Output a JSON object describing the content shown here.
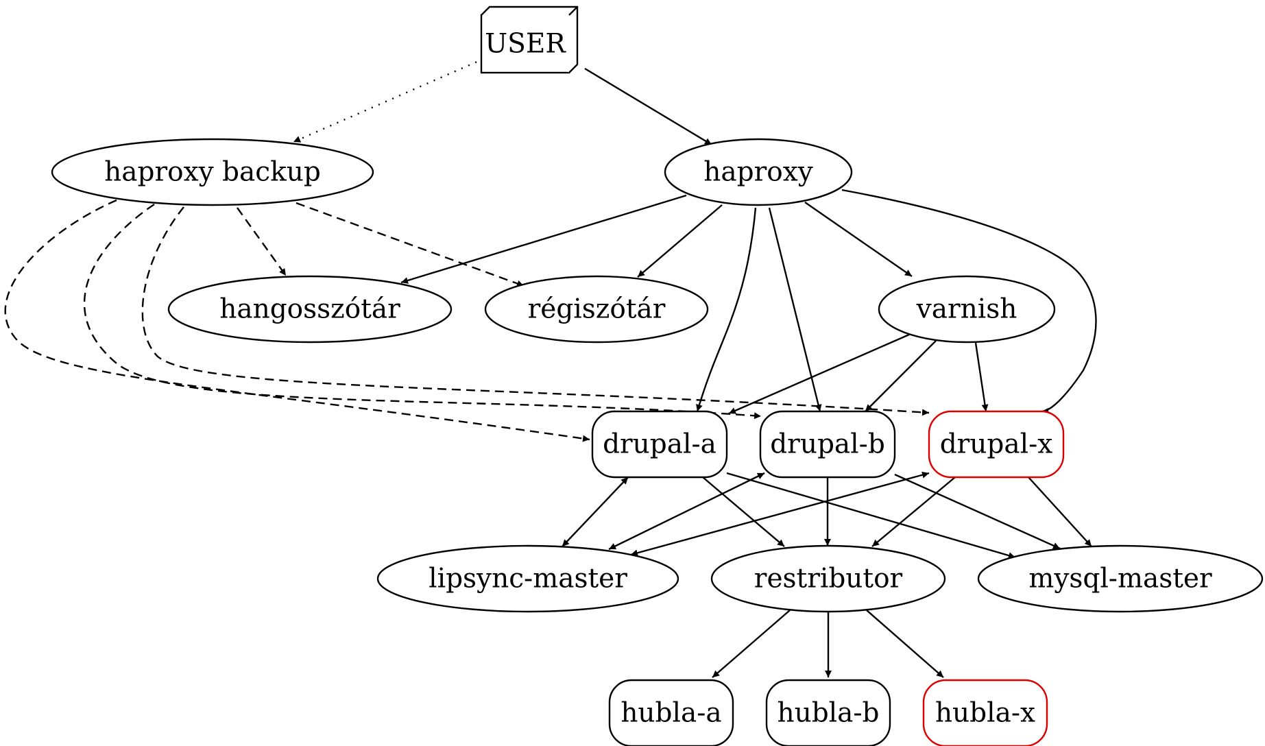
{
  "diagram": {
    "nodes": {
      "user": {
        "label": "USER",
        "shape": "box3d",
        "color": "#000000"
      },
      "haproxy_backup": {
        "label": "haproxy backup",
        "shape": "ellipse",
        "color": "#000000"
      },
      "haproxy": {
        "label": "haproxy",
        "shape": "ellipse",
        "color": "#000000"
      },
      "hangosszotar": {
        "label": "hangosszótár",
        "shape": "ellipse",
        "color": "#000000"
      },
      "regiszotar": {
        "label": "régiszótár",
        "shape": "ellipse",
        "color": "#000000"
      },
      "varnish": {
        "label": "varnish",
        "shape": "ellipse",
        "color": "#000000"
      },
      "drupal_a": {
        "label": "drupal-a",
        "shape": "rounded-box",
        "color": "#000000"
      },
      "drupal_b": {
        "label": "drupal-b",
        "shape": "rounded-box",
        "color": "#000000"
      },
      "drupal_x": {
        "label": "drupal-x",
        "shape": "rounded-box",
        "color": "#dd0000"
      },
      "lipsync_master": {
        "label": "lipsync-master",
        "shape": "ellipse",
        "color": "#000000"
      },
      "restributor": {
        "label": "restributor",
        "shape": "ellipse",
        "color": "#000000"
      },
      "mysql_master": {
        "label": "mysql-master",
        "shape": "ellipse",
        "color": "#000000"
      },
      "hubla_a": {
        "label": "hubla-a",
        "shape": "rounded-box",
        "color": "#000000"
      },
      "hubla_b": {
        "label": "hubla-b",
        "shape": "rounded-box",
        "color": "#000000"
      },
      "hubla_x": {
        "label": "hubla-x",
        "shape": "rounded-box",
        "color": "#dd0000"
      }
    },
    "edges": [
      {
        "from": "user",
        "to": "haproxy_backup",
        "style": "dotted"
      },
      {
        "from": "user",
        "to": "haproxy",
        "style": "solid"
      },
      {
        "from": "haproxy_backup",
        "to": "hangosszotar",
        "style": "dashed"
      },
      {
        "from": "haproxy_backup",
        "to": "regiszotar",
        "style": "dashed"
      },
      {
        "from": "haproxy_backup",
        "to": "drupal_a",
        "style": "dashed"
      },
      {
        "from": "haproxy_backup",
        "to": "drupal_b",
        "style": "dashed"
      },
      {
        "from": "haproxy_backup",
        "to": "drupal_x",
        "style": "dashed"
      },
      {
        "from": "haproxy",
        "to": "hangosszotar",
        "style": "solid"
      },
      {
        "from": "haproxy",
        "to": "regiszotar",
        "style": "solid"
      },
      {
        "from": "haproxy",
        "to": "varnish",
        "style": "solid"
      },
      {
        "from": "haproxy",
        "to": "drupal_a",
        "style": "solid"
      },
      {
        "from": "haproxy",
        "to": "drupal_b",
        "style": "solid"
      },
      {
        "from": "haproxy",
        "to": "drupal_x",
        "style": "solid"
      },
      {
        "from": "varnish",
        "to": "drupal_a",
        "style": "solid"
      },
      {
        "from": "varnish",
        "to": "drupal_b",
        "style": "solid"
      },
      {
        "from": "varnish",
        "to": "drupal_x",
        "style": "solid"
      },
      {
        "from": "drupal_a",
        "to": "lipsync_master",
        "style": "solid",
        "direction": "both"
      },
      {
        "from": "drupal_b",
        "to": "lipsync_master",
        "style": "solid",
        "direction": "both"
      },
      {
        "from": "drupal_x",
        "to": "lipsync_master",
        "style": "solid",
        "direction": "both"
      },
      {
        "from": "drupal_a",
        "to": "restributor",
        "style": "solid"
      },
      {
        "from": "drupal_b",
        "to": "restributor",
        "style": "solid"
      },
      {
        "from": "drupal_x",
        "to": "restributor",
        "style": "solid"
      },
      {
        "from": "drupal_a",
        "to": "mysql_master",
        "style": "solid"
      },
      {
        "from": "drupal_b",
        "to": "mysql_master",
        "style": "solid"
      },
      {
        "from": "drupal_x",
        "to": "mysql_master",
        "style": "solid"
      },
      {
        "from": "restributor",
        "to": "hubla_a",
        "style": "solid"
      },
      {
        "from": "restributor",
        "to": "hubla_b",
        "style": "solid"
      },
      {
        "from": "restributor",
        "to": "hubla_x",
        "style": "solid"
      }
    ]
  }
}
